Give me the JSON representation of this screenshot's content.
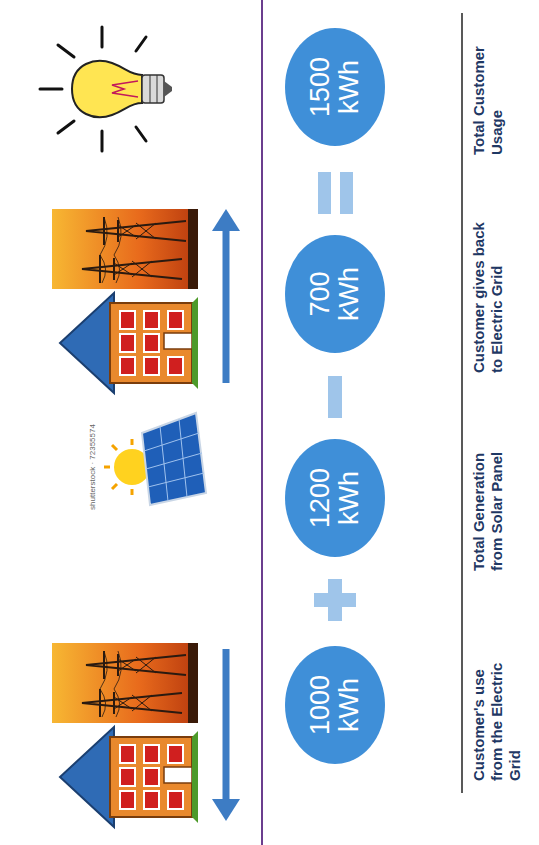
{
  "diagram": {
    "nodes": [
      {
        "text": [
          "1000 kWh"
        ]
      },
      {
        "text": [
          "1200 kWh"
        ]
      },
      {
        "text": [
          "700 kWh"
        ]
      },
      {
        "text": [
          "1500 kWh"
        ]
      }
    ],
    "labels": [
      "shutterstock · 72355574",
      "Customer's use from the Electric Grid",
      "Total Generation from Solar Panel",
      "Customer gives back to Electric Grid",
      "Total Customer Usage"
    ]
  }
}
